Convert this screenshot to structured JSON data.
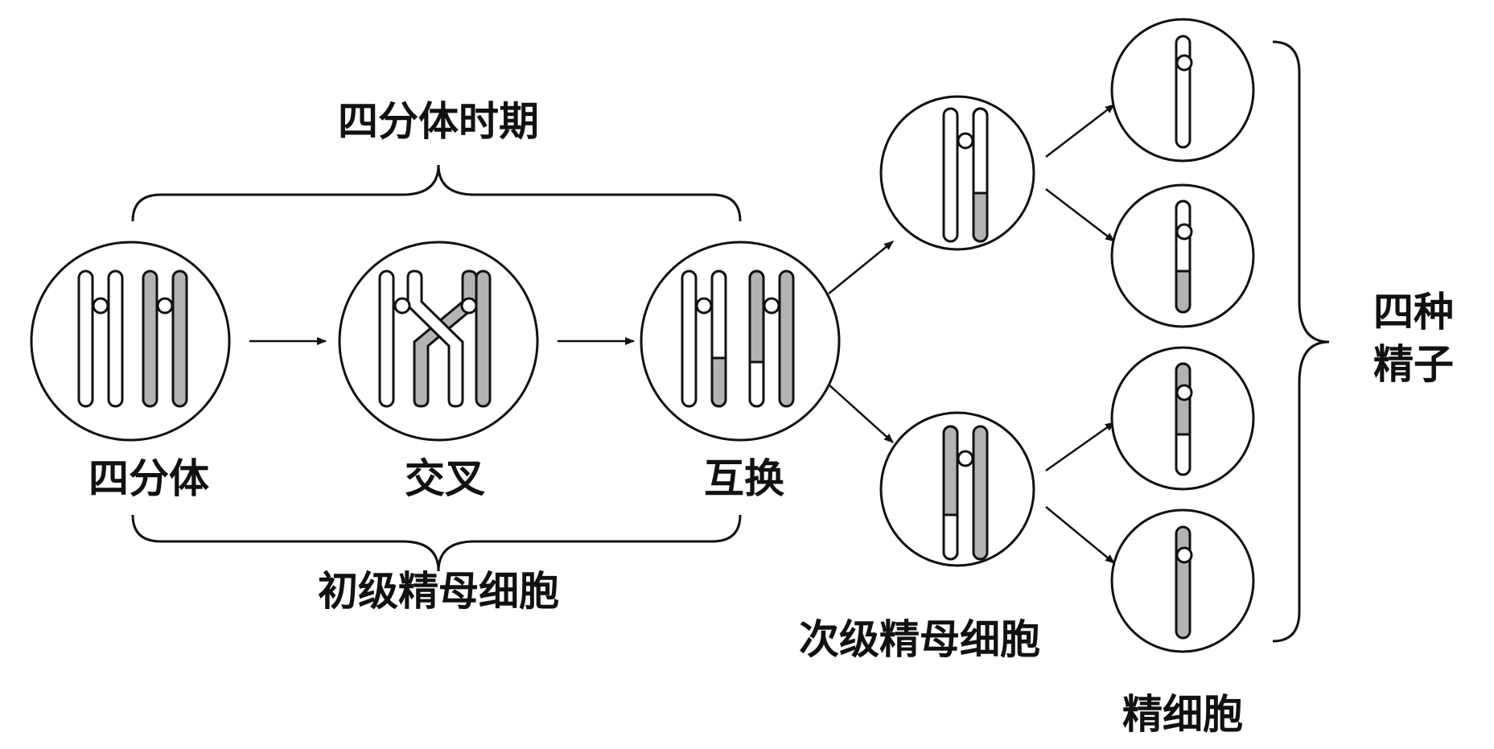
{
  "labels": {
    "tetrad_period": "四分体时期",
    "tetrad": "四分体",
    "crossing": "交叉",
    "exchange": "互换",
    "primary_spermatocyte": "初级精母细胞",
    "secondary_spermatocyte": "次级精母细胞",
    "spermatid": "精细胞",
    "four_kinds_line1": "四种",
    "four_kinds_line2": "精子"
  },
  "colors": {
    "line": "#111111",
    "shaded_chromatid": "#b3b3b3",
    "unshaded_chromatid": "#ffffff"
  }
}
